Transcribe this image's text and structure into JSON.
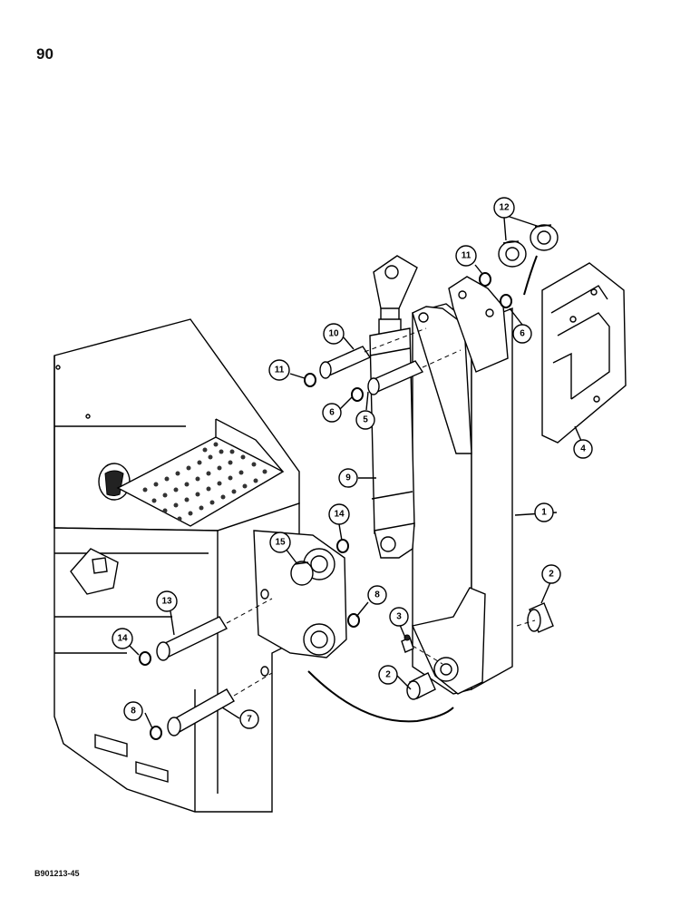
{
  "page": {
    "number": "90",
    "figure_code": "B901213-45"
  },
  "callouts": [
    {
      "id": "c1",
      "label": "1"
    },
    {
      "id": "c2a",
      "label": "2"
    },
    {
      "id": "c2b",
      "label": "2"
    },
    {
      "id": "c3",
      "label": "3"
    },
    {
      "id": "c4",
      "label": "4"
    },
    {
      "id": "c5",
      "label": "5"
    },
    {
      "id": "c6a",
      "label": "6"
    },
    {
      "id": "c6b",
      "label": "6"
    },
    {
      "id": "c7",
      "label": "7"
    },
    {
      "id": "c8a",
      "label": "8"
    },
    {
      "id": "c8b",
      "label": "8"
    },
    {
      "id": "c9",
      "label": "9"
    },
    {
      "id": "c10",
      "label": "10"
    },
    {
      "id": "c11a",
      "label": "11"
    },
    {
      "id": "c11b",
      "label": "11"
    },
    {
      "id": "c12",
      "label": "12"
    },
    {
      "id": "c13",
      "label": "13"
    },
    {
      "id": "c14a",
      "label": "14"
    },
    {
      "id": "c14b",
      "label": "14"
    },
    {
      "id": "c15",
      "label": "15"
    }
  ]
}
